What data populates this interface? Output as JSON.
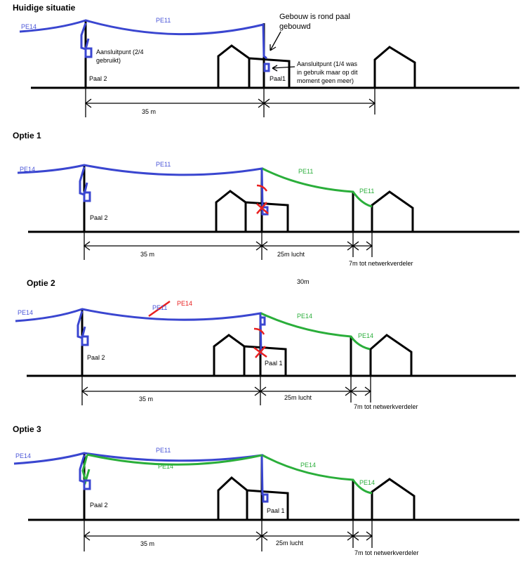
{
  "panels": [
    {
      "title": "Huidige situatie",
      "left_cable": "PE14",
      "span_cable": "PE11",
      "note": "Gebouw is rond paal gebouwd",
      "note_line1": "Gebouw is rond paal",
      "note_line2": "gebouwd",
      "conn2_line1": "Aansluitpunt (2/4",
      "conn2_line2": "gebruikt)",
      "conn1_line1": "Aansluitpunt (1/4 was",
      "conn1_line2": "in gebruik maar op dit",
      "conn1_line3": "moment geen meer)",
      "pole2": "Paal 2",
      "pole1": "Paal1",
      "dist": "35 m"
    },
    {
      "title": "Optie 1",
      "left_cable": "PE14",
      "span_cable": "PE11",
      "new_cable": "PE11",
      "final_cable": "PE11",
      "pole2": "Paal 2",
      "dist": "35 m",
      "dist_air": "25m lucht",
      "dist_final": "7m tot netwerkverdeler"
    },
    {
      "title": "Optie 2",
      "extra": "30m",
      "left_cable": "PE14",
      "span_cable": "PE11",
      "span_replacement": "PE14",
      "new_cable": "PE14",
      "final_cable": "PE14",
      "pole2": "Paal 2",
      "pole1": "Paal 1",
      "dist": "35 m",
      "dist_air": "25m lucht",
      "dist_final": "7m tot netwerkverdeler"
    },
    {
      "title": "Optie 3",
      "left_cable": "PE14",
      "span_cable": "PE11",
      "parallel_cable": "PE14",
      "new_cable": "PE14",
      "final_cable": "PE14",
      "pole2": "Paal 2",
      "pole1": "Paal 1",
      "dist": "35 m",
      "dist_air": "25m lucht",
      "dist_final": "7m tot netwerkverdeler"
    }
  ]
}
